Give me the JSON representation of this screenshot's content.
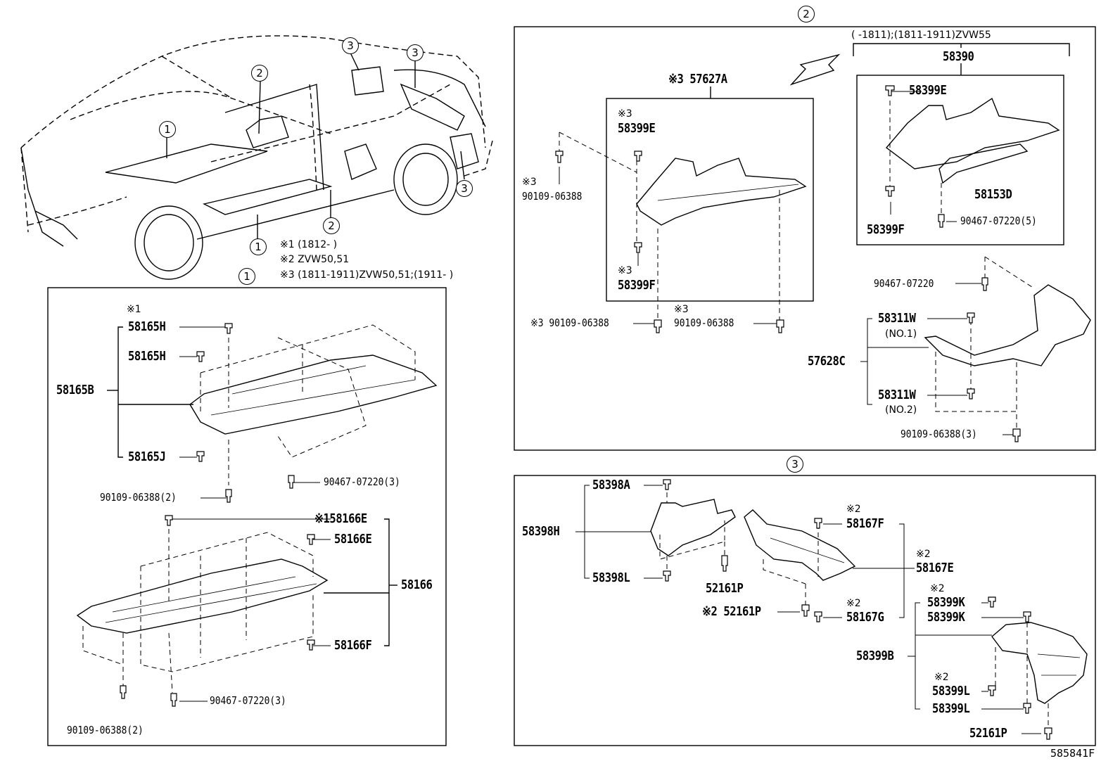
{
  "callouts": {
    "c1": "1",
    "c2": "2",
    "c3": "3"
  },
  "notes": {
    "n1": "※1 (1812-      )",
    "n2": "※2 ZVW50,51",
    "n3": "※3 (1811-1911)ZVW50,51;(1911-      )"
  },
  "group1": {
    "star1": "※1",
    "p58165H_a": "58165H",
    "p58165H_b": "58165H",
    "p58165B": "58165B",
    "p58165J": "58165J",
    "p90109_2a": "90109-06388(2)",
    "p90467_3a": "90467-07220(3)",
    "p58166E_a": "※158166E",
    "p58166E_b": "58166E",
    "p58166": "58166",
    "p58166F": "58166F",
    "p90467_3b": "90467-07220(3)",
    "p90109_2b": "90109-06388(2)"
  },
  "group2": {
    "range": "(      -1811);(1811-1911)ZVW55",
    "p58390": "58390",
    "p58399E_box": "58399E",
    "p58153D": "58153D",
    "p58399F_box": "58399F",
    "p90467_5": "90467-07220(5)",
    "p57627A": "※3 57627A",
    "star3a": "※3",
    "p58399E": "58399E",
    "star3b": "※3",
    "p90109_a": "90109-06388",
    "star3c": "※3",
    "p58399F": "58399F",
    "p90109_b": "※3 90109-06388",
    "star3d": "※3",
    "p90109_c": "90109-06388",
    "p90467": "90467-07220",
    "p58311W_1": "58311W",
    "no1": "(NO.1)",
    "p57628C": "57628C",
    "p58311W_2": "58311W",
    "no2": "(NO.2)",
    "p90109_3": "90109-06388(3)"
  },
  "group3": {
    "p58398A": "58398A",
    "p58398H": "58398H",
    "p58398L": "58398L",
    "p52161P_a": "52161P",
    "p52161P_b": "※2 52161P",
    "star2a": "※2",
    "p58167F": "58167F",
    "star2b": "※2",
    "p58167E": "58167E",
    "star2c": "※2",
    "p58167G": "58167G",
    "star2d": "※2",
    "p58399K_a": "58399K",
    "p58399K_b": "58399K",
    "p58399B": "58399B",
    "star2e": "※2",
    "p58399L_a": "58399L",
    "p58399L_b": "58399L",
    "p52161P_c": "52161P"
  },
  "ref_code": "585841F"
}
